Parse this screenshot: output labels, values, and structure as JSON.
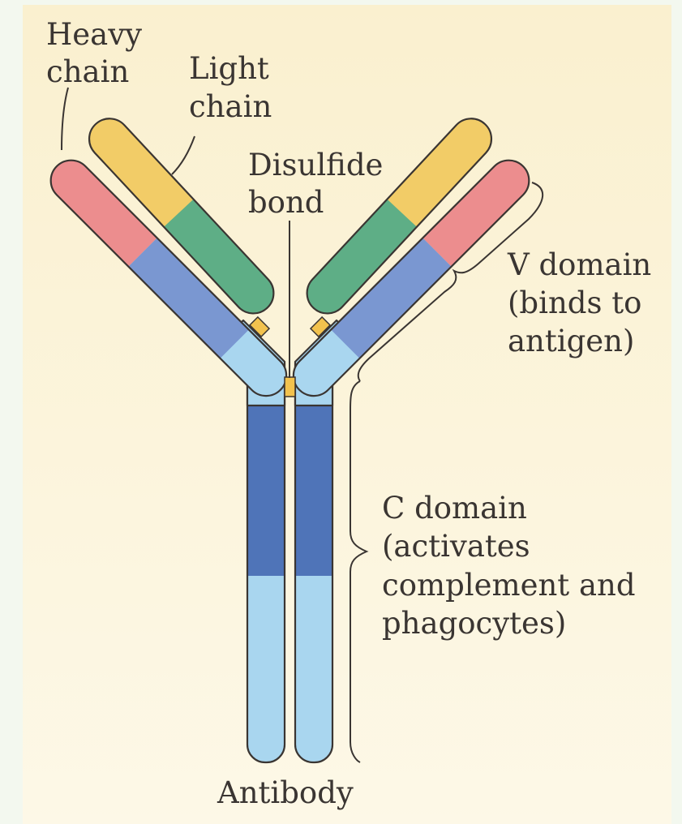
{
  "labels": {
    "heavy_chain": [
      "Heavy",
      "chain"
    ],
    "light_chain": [
      "Light",
      "chain"
    ],
    "disulfide_bond": [
      "Disulfide",
      "bond"
    ],
    "v_domain": [
      "V domain",
      "(binds to",
      "antigen)"
    ],
    "c_domain": [
      "C domain",
      "(activates",
      "complement and",
      "phagocytes)"
    ],
    "antibody": "Antibody"
  },
  "colors": {
    "background_top": "#faf0cf",
    "background_bottom": "#fdf8e7",
    "outer_background": "#f3f8ef",
    "heavy_variable_red": "#ec8d8e",
    "heavy_variable_blue": "#7a97d1",
    "heavy_constant_light_blue": "#a9d6ef",
    "heavy_constant_dark_blue": "#4f74b8",
    "light_variable_yellow": "#f2cc67",
    "light_constant_green": "#5eae86",
    "disulfide_yellow": "#f2c24e",
    "outline": "#3a3532",
    "text": "#3a3532"
  }
}
